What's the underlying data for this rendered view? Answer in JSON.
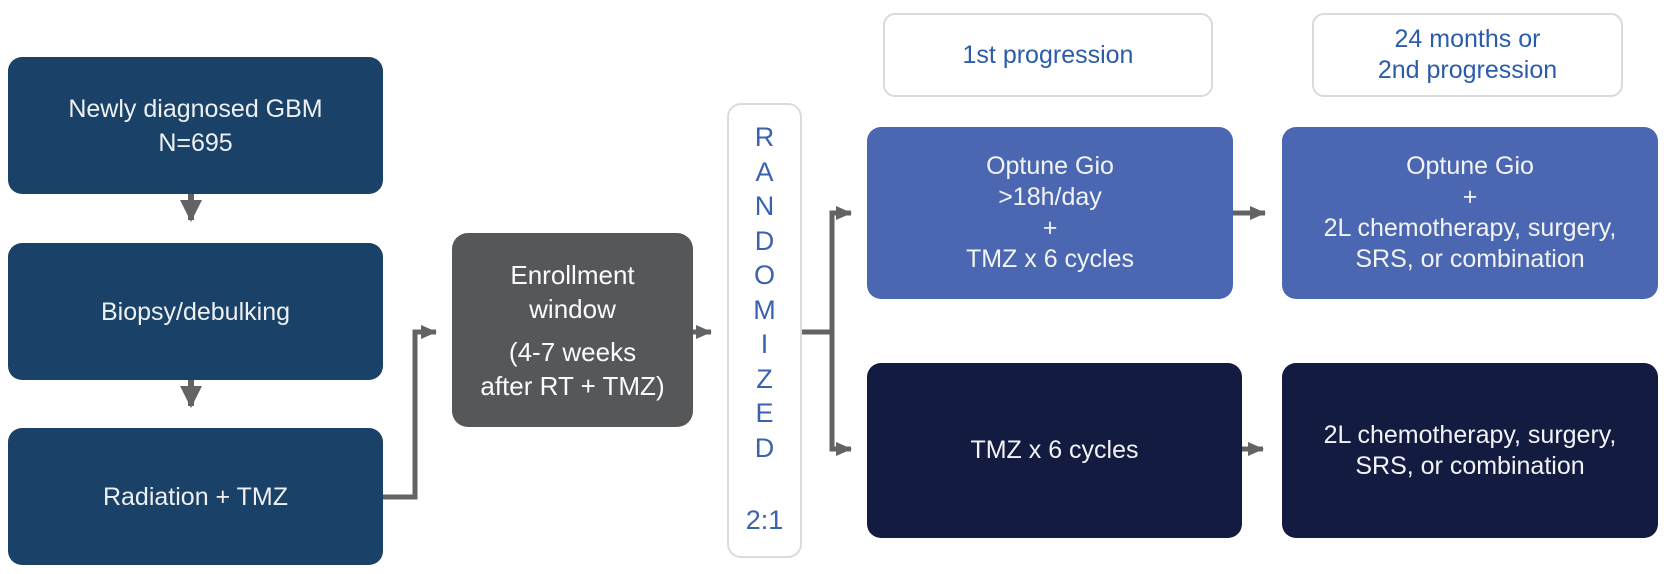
{
  "diagram": {
    "stage_labels": {
      "first_progression": {
        "lines": [
          "1st progression"
        ]
      },
      "late_progression": {
        "lines": [
          "24 months or",
          "2nd progression"
        ]
      }
    },
    "nodes": {
      "newly_diagnosed": {
        "lines": [
          "Newly diagnosed GBM",
          "N=695"
        ]
      },
      "biopsy": {
        "lines": [
          "Biopsy/debulking"
        ]
      },
      "radiation": {
        "lines": [
          "Radiation + TMZ"
        ]
      },
      "enrollment": {
        "title_lines": [
          "Enrollment",
          "window"
        ],
        "subtitle_lines": [
          "(4-7 weeks",
          "after RT + TMZ)"
        ]
      },
      "randomized": {
        "letters": [
          "R",
          "A",
          "N",
          "D",
          "O",
          "M",
          "I",
          "Z",
          "E",
          "D"
        ],
        "ratio": "2:1"
      },
      "arm1_treatment": {
        "lines": [
          "Optune Gio",
          ">18h/day",
          "+",
          "TMZ x 6 cycles"
        ]
      },
      "arm1_progression": {
        "lines": [
          "Optune Gio",
          "+",
          "2L chemotherapy, surgery,",
          "SRS, or combination"
        ]
      },
      "arm2_treatment": {
        "lines": [
          "TMZ x 6 cycles"
        ]
      },
      "arm2_progression": {
        "lines": [
          "2L chemotherapy, surgery,",
          "SRS, or combination"
        ]
      }
    },
    "colors": {
      "dark_blue": "#1a4168",
      "medium_blue": "#4b67b1",
      "navy": "#131b40",
      "gray": "#565759",
      "connector_gray": "#626365",
      "accent_text_blue": "#2b5caa",
      "randomized_text_blue": "#3a62ae",
      "box_text_white": "#f2f4f6",
      "label_border": "#d8dadd"
    }
  }
}
